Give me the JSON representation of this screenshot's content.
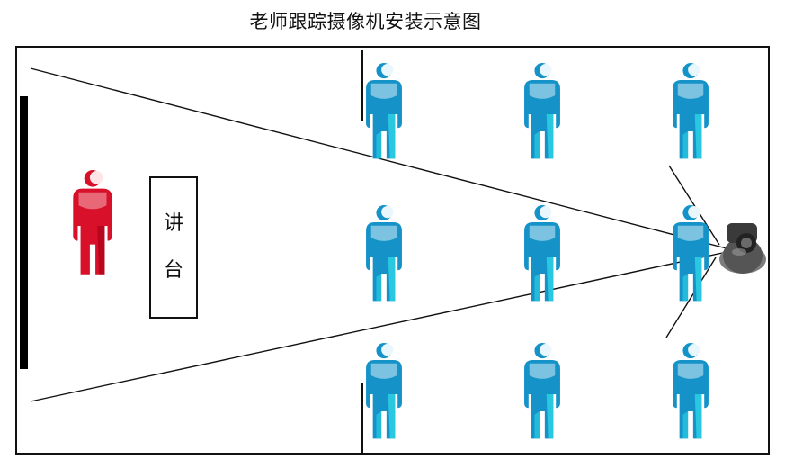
{
  "title": "老师跟踪摄像机安装示意图",
  "podium": {
    "char1": "讲",
    "char2": "台"
  },
  "colors": {
    "teacher": "#d8102a",
    "student": "#1593c9",
    "student_accent": "#2fd6e6",
    "frame": "#111111",
    "board": "#000000",
    "camera": "#4a4a4a"
  },
  "icons": {
    "teacher": "person-icon",
    "student": "person-icon",
    "camera": "ptz-camera-icon"
  }
}
